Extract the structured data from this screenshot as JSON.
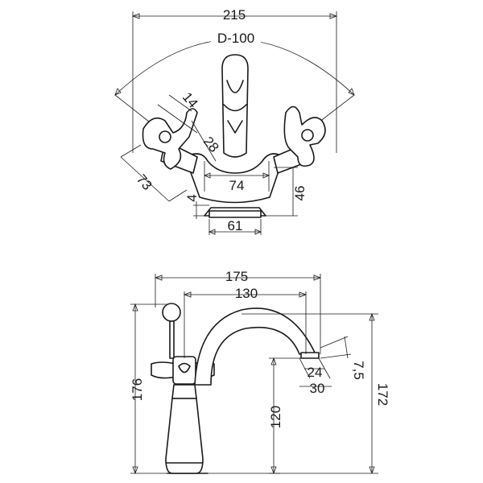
{
  "top_view": {
    "width": "215",
    "diameter": "D-100",
    "handle_width": "14",
    "handle_offset": "28",
    "handle_length": "73",
    "gap": "4",
    "center_distance": "74",
    "body_height": "46",
    "base_width": "61"
  },
  "side_view": {
    "overall_reach": "175",
    "spout_reach": "130",
    "total_height": "176",
    "spout_height": "120",
    "max_height": "172",
    "aerator_inner": "24",
    "aerator_outer": "30",
    "aerator_offset": "7,5"
  }
}
